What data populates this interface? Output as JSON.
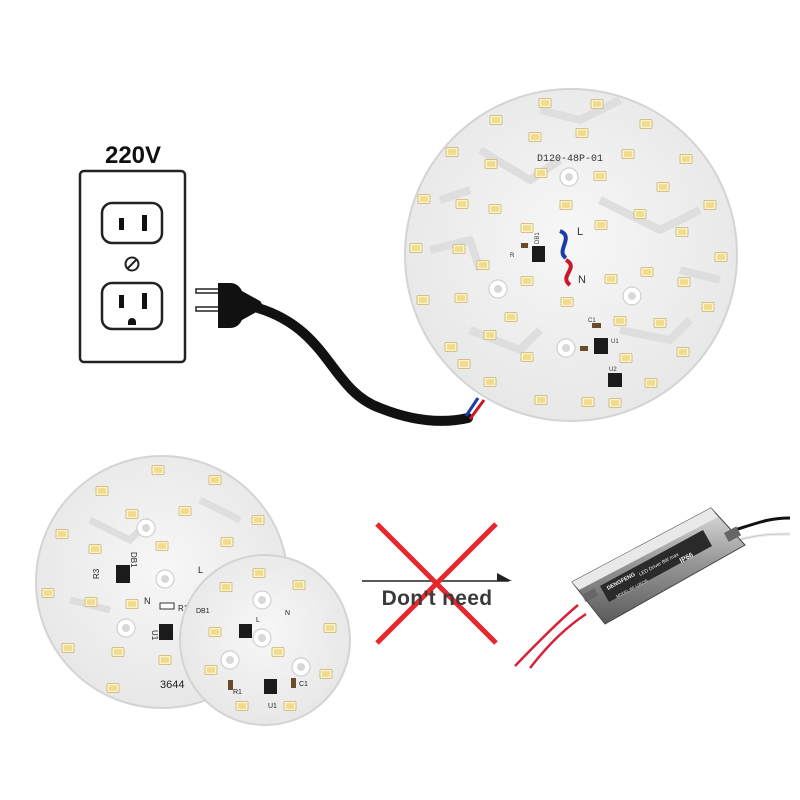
{
  "outlet": {
    "voltage": "220V"
  },
  "large_board": {
    "model": "D120-48P-01",
    "terminal_l": "L",
    "terminal_n": "N",
    "component_db": "DB1",
    "component_r": "R",
    "component_u": "U1",
    "component_c": "C1",
    "component_u2": "U2"
  },
  "board_left": {
    "code": "3644",
    "r3": "R3",
    "db1": "DB1",
    "r1": "R1",
    "u1": "U1",
    "l": "L",
    "n": "N"
  },
  "board_right": {
    "db1": "DB1",
    "r1": "R1",
    "u1": "U1",
    "c1": "C1",
    "l": "L",
    "n": "N"
  },
  "comparison": {
    "caption": "Don't need"
  },
  "driver": {
    "brand": "DENGFENG",
    "title": "LED Driver 8W max",
    "rating": "IP66",
    "model": "MODEL:BF-L08236"
  },
  "colors": {
    "pcb": "#efefef",
    "led": "#f4e7b4",
    "cord": "#111111",
    "cross": "#e8262d",
    "wire_blue": "#1a3ca8",
    "wire_red": "#c8182a"
  }
}
